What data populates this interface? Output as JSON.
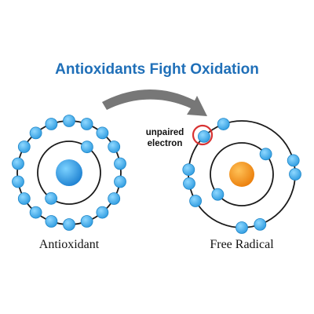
{
  "title": "Antioxidants Fight Oxidation",
  "colors": {
    "title": "#1f6fb8",
    "orbit": "#1a1a1a",
    "electron": "#3aa5e6",
    "electron_edge": "#1e86c8",
    "antioxidant_nucleus": "#2a94e0",
    "free_radical_nucleus": "#f29416",
    "highlight_ring": "#d83232",
    "arrow": "#777777"
  },
  "antioxidant": {
    "label": "Antioxidant",
    "inner_electrons": 2,
    "outer_electrons": 18
  },
  "free_radical": {
    "label": "Free Radical",
    "inner_electrons": 2,
    "outer_electrons": 9,
    "callout": [
      "unpaired",
      "electron"
    ]
  }
}
